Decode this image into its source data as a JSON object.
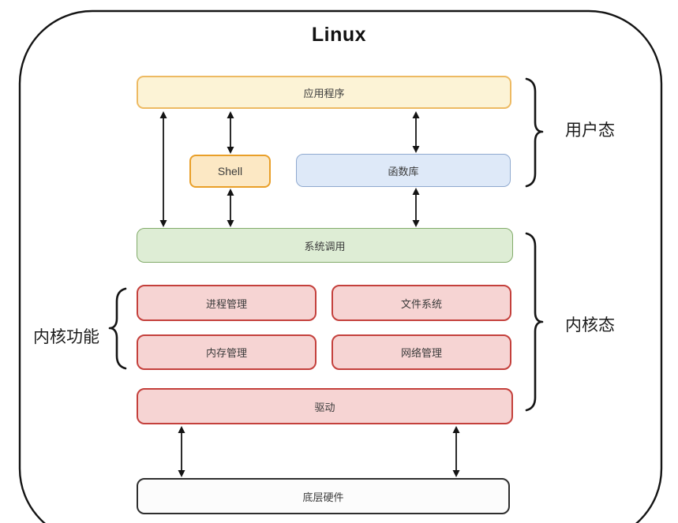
{
  "title": "Linux",
  "boxes": {
    "application": {
      "label": "应用程序"
    },
    "shell": {
      "label": "Shell"
    },
    "library": {
      "label": "函数库"
    },
    "syscall": {
      "label": "系统调用"
    },
    "process": {
      "label": "进程管理"
    },
    "filesystem": {
      "label": "文件系统"
    },
    "memory": {
      "label": "内存管理"
    },
    "network": {
      "label": "网络管理"
    },
    "driver": {
      "label": "驱动"
    },
    "hardware": {
      "label": "底层硬件"
    }
  },
  "annotations": {
    "user_mode": "用户态",
    "kernel_mode": "内核态",
    "kernel_functions": "内核功能"
  },
  "colors": {
    "app_bg": "#fcf3d6",
    "app_border": "#edba63",
    "shell_bg": "#fce8c4",
    "shell_border": "#e99f28",
    "lib_bg": "#dee9f8",
    "lib_border": "#8fa9cf",
    "sys_bg": "#deedd5",
    "sys_border": "#82ab6a",
    "kernel_bg": "#f6d4d3",
    "kernel_border": "#c4403c",
    "hw_bg": "#fcfcfc",
    "hw_border": "#2e2e2e",
    "line": "#141414",
    "text": "#3b3b3b"
  }
}
